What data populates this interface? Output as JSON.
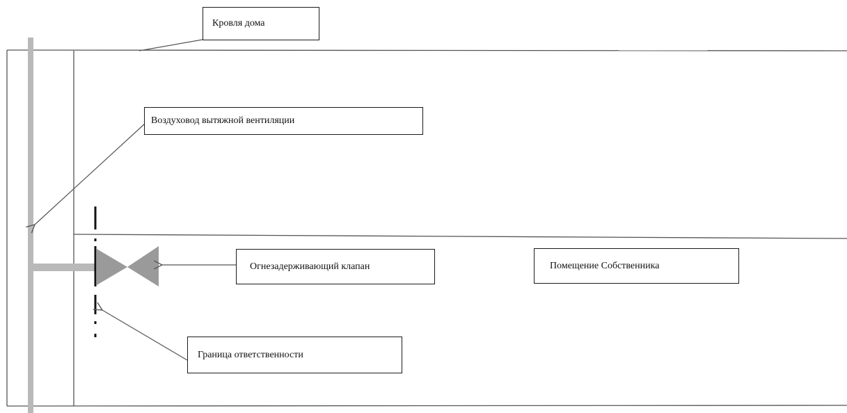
{
  "labels": {
    "roof": "Кровля дома",
    "exhaust_duct": "Воздуховод вытяжной вентиляции",
    "fire_damper": "Огнезадерживающий клапан",
    "owner_premises": "Помещение Собственника",
    "responsibility_boundary": "Граница ответственности"
  },
  "colors": {
    "line": "#555555",
    "duct": "#b9b9b9",
    "valve": "#9a9a9a",
    "boundary": "#111111"
  }
}
